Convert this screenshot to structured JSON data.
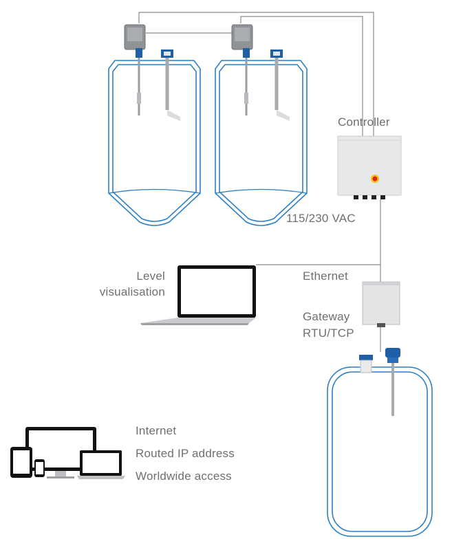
{
  "labels": {
    "controller": "Controller",
    "power": "115/230 VAC",
    "ethernet": "Ethernet",
    "gateway_line1": "Gateway",
    "gateway_line2": "RTU/TCP",
    "level_line1": "Level",
    "level_line2": "visualisation",
    "internet": "Internet",
    "routed_ip": "Routed IP address",
    "worldwide": "Worldwide access"
  },
  "colors": {
    "tank_outline": "#2b7fc4",
    "wire": "#8a8a8a",
    "label_text": "#6f6f6f",
    "device_blue": "#1f5fa8",
    "device_dark": "#111111",
    "cabinet": "#e7e8ea",
    "switch_red": "#e1251b",
    "switch_yellow": "#f4c21a"
  },
  "icons": {
    "tank_sensor": "level-sensor-icon",
    "controller": "controller-cabinet-icon",
    "gateway": "gateway-box-icon",
    "laptop": "laptop-icon",
    "devices": "multi-device-icon"
  }
}
